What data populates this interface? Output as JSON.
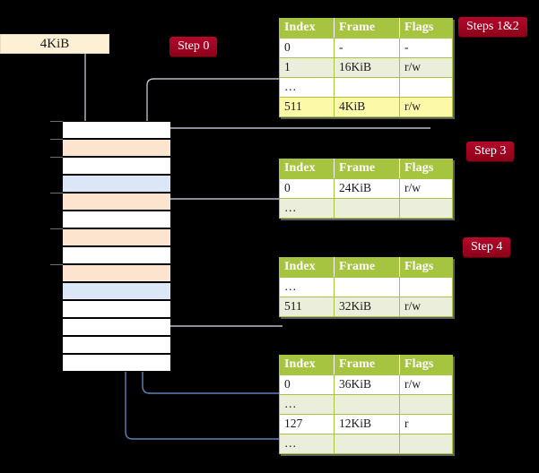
{
  "labels": {
    "step0": "Step 0",
    "steps12": "Steps 1&2",
    "step3": "Step 3",
    "step4": "Step 4"
  },
  "value_box": {
    "label": "4KiB"
  },
  "tables": [
    {
      "name": "pml4-table",
      "columns": [
        "Index",
        "Frame",
        "Flags"
      ],
      "rows": [
        {
          "index": "0",
          "frame": "-",
          "flags": "-",
          "alt": false,
          "highlight": false
        },
        {
          "index": "1",
          "frame": "16KiB",
          "flags": "r/w",
          "alt": true,
          "highlight": false
        },
        {
          "index": "…",
          "frame": "",
          "flags": "",
          "alt": false,
          "highlight": false
        },
        {
          "index": "511",
          "frame": "4KiB",
          "flags": "r/w",
          "alt": true,
          "highlight": true
        }
      ]
    },
    {
      "name": "pdp-table",
      "columns": [
        "Index",
        "Frame",
        "Flags"
      ],
      "rows": [
        {
          "index": "0",
          "frame": "24KiB",
          "flags": "r/w",
          "alt": false,
          "highlight": false
        },
        {
          "index": "…",
          "frame": "",
          "flags": "",
          "alt": true,
          "highlight": false
        }
      ]
    },
    {
      "name": "pd-table",
      "columns": [
        "Index",
        "Frame",
        "Flags"
      ],
      "rows": [
        {
          "index": "…",
          "frame": "",
          "flags": "",
          "alt": false,
          "highlight": false
        },
        {
          "index": "511",
          "frame": "32KiB",
          "flags": "r/w",
          "alt": true,
          "highlight": false
        }
      ]
    },
    {
      "name": "pt-table",
      "columns": [
        "Index",
        "Frame",
        "Flags"
      ],
      "rows": [
        {
          "index": "0",
          "frame": "36KiB",
          "flags": "r/w",
          "alt": false,
          "highlight": false
        },
        {
          "index": "…",
          "frame": "",
          "flags": "",
          "alt": true,
          "highlight": false
        },
        {
          "index": "127",
          "frame": "12KiB",
          "flags": "r",
          "alt": false,
          "highlight": false
        },
        {
          "index": "…",
          "frame": "",
          "flags": "",
          "alt": true,
          "highlight": false
        }
      ]
    }
  ],
  "memory_rows": [
    {
      "fill": "white"
    },
    {
      "fill": "orange"
    },
    {
      "fill": "white"
    },
    {
      "fill": "blue"
    },
    {
      "fill": "orange"
    },
    {
      "fill": "white"
    },
    {
      "fill": "orange"
    },
    {
      "fill": "white"
    },
    {
      "fill": "orange"
    },
    {
      "fill": "blue"
    },
    {
      "fill": "white"
    },
    {
      "fill": "white"
    },
    {
      "fill": "white"
    },
    {
      "fill": "white"
    }
  ],
  "colors": {
    "pill": "#a10424",
    "table_header": "#a6c440",
    "table_alt_row": "#eaeedb",
    "highlight": "#fcf9a8",
    "memory_orange": "#fde4cf",
    "memory_blue": "#dbe7f6",
    "value_box": "#fdf0d5",
    "arrow_gray": "#b9bec7",
    "arrow_blue": "#5b84b9",
    "background": "#000000"
  }
}
